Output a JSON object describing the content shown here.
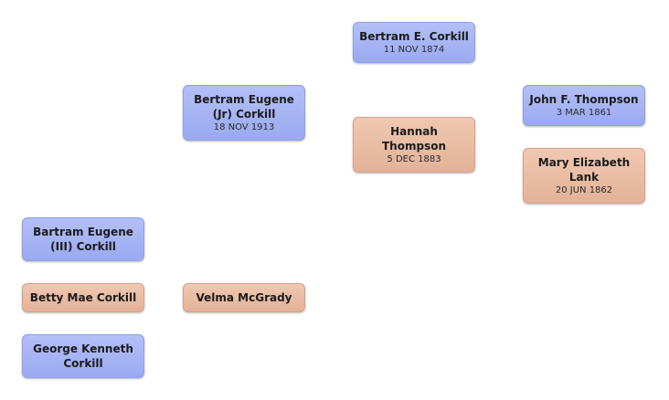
{
  "people": {
    "bertram_e_corkill": {
      "name": "Bertram E.  Corkill",
      "date": "11 NOV 1874"
    },
    "bertram_eugene_jr": {
      "name": "Bertram Eugene\n(Jr)  Corkill",
      "date": "18 NOV 1913"
    },
    "john_f_thompson": {
      "name": "John F.  Thompson",
      "date": "3 MAR 1861"
    },
    "hannah_thompson": {
      "name": "Hannah\nThompson",
      "date": "5 DEC 1883"
    },
    "mary_elizabeth_lank": {
      "name": "Mary Elizabeth\nLank",
      "date": "20 JUN 1862"
    },
    "bartram_eugene_iii": {
      "name": "Bartram Eugene\n(III)  Corkill"
    },
    "betty_mae_corkill": {
      "name": "Betty Mae  Corkill"
    },
    "velma_mcgrady": {
      "name": "Velma  McGrady"
    },
    "george_kenneth_corkill": {
      "name": "George Kenneth\nCorkill"
    }
  },
  "colors": {
    "male_fill": "#a6b4f3",
    "female_fill": "#e9bca4"
  }
}
